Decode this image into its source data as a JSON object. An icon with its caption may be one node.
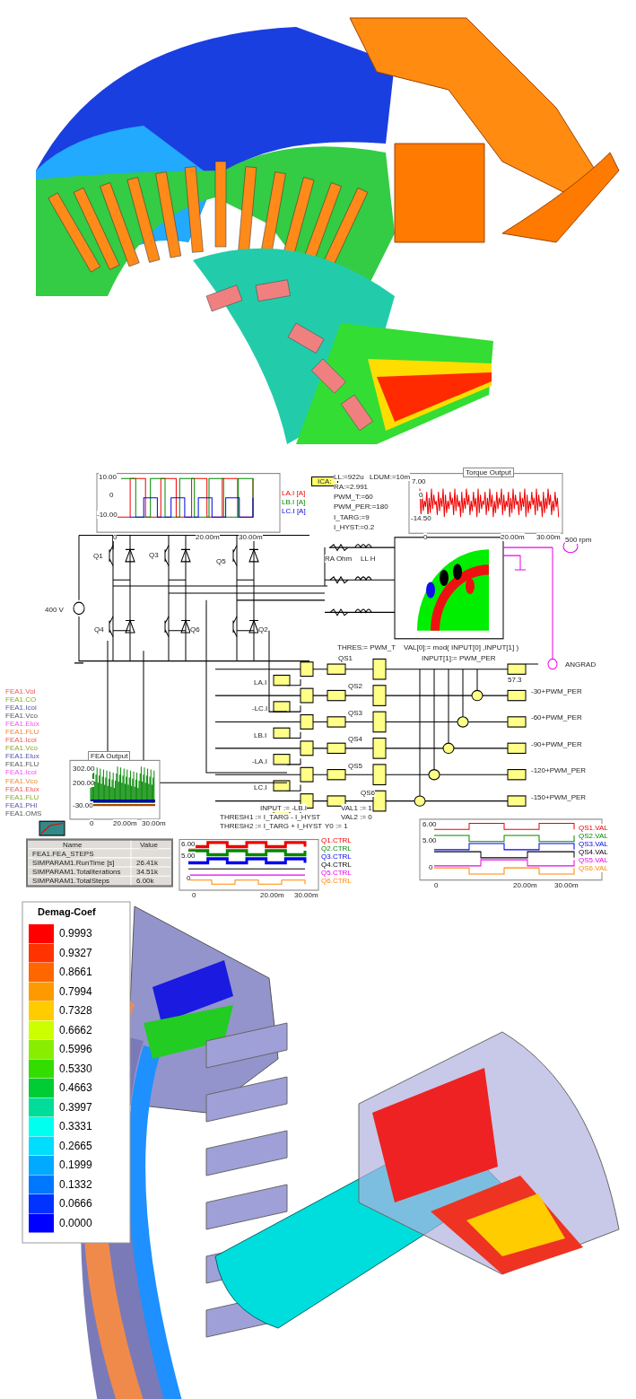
{
  "diagram": {
    "labels": [
      "10.00",
      "0",
      "-10.00",
      "0",
      "20.00m",
      "30.00m",
      "LA.I [A]",
      "LB.I [A]",
      "LC.I [A]",
      "ICA:",
      "LL:=922u",
      "LDUM:=10m",
      "RA:=2.991",
      "PWM_T:=60",
      "PWM_PER:=180",
      "I_TARG:=9",
      "I_HYST:=0.2",
      "Torque Output",
      "7.00",
      "0",
      "-14.50",
      "0",
      "20.00m",
      "30.00m",
      "500 rpm",
      "Q1",
      "Q3",
      "Q5",
      "RA Ohm",
      "LL H",
      "400 V",
      "Q4",
      "Q6",
      "Q2",
      "THRES:= PWM_T",
      "VAL[0]:= mod( INPUT[0] ,INPUT[1] )",
      "INPUT[1]:= PWM_PER",
      "ANGRAD",
      "57.3",
      "QS1",
      "QS2",
      "QS3",
      "QS4",
      "QS5",
      "QS6",
      "LA.I",
      "-LC.I",
      "LB.I",
      "-LA.I",
      "LC.I",
      "-30+PWM_PER",
      "-60+PWM_PER",
      "-90+PWM_PER",
      "-120+PWM_PER",
      "-150+PWM_PER",
      "INPUT := -LB.I",
      "VAL1 := 1",
      "THRESH1 := I_TARG - I_HYST",
      "VAL2 := 0",
      "THRESH2 := I_TARG + I_HYST",
      "Y0 := 1",
      "FEA Output",
      "302.00",
      "200.00",
      "-30.00",
      "0",
      "20.00m",
      "30.00m",
      "FEA1.Vol",
      "FEA1.CO",
      "FEA1.Icoi",
      "FEA1.Vco",
      "FEA1.Elux",
      "FEA1.FLU",
      "FEA1.Icoi",
      "FEA1.Vco",
      "FEA1.Elux",
      "FEA1.FLU",
      "FEA1.Icoi",
      "FEA1.Vco",
      "FEA1.Elux",
      "FEA1.FLU",
      "FEA1.PHI",
      "FEA1.OMS",
      "Name",
      "Value",
      "FEA1.FEA_STEPS",
      "SIMPARAM1.RunTime [s]",
      "26.41k",
      "SIMPARAM1.TotalIterations",
      "34.51k",
      "SIMPARAM1.TotalSteps",
      "6.00k",
      "6.00",
      "5.00",
      "0",
      "0",
      "20.00m",
      "30.00m",
      "Q1.CTRL",
      "Q2.CTRL",
      "Q3.CTRL",
      "Q4.CTRL",
      "Q5.CTRL",
      "Q6.CTRL",
      "6.00",
      "5.00",
      "0",
      "0",
      "20.00m",
      "30.00m",
      "QS1.VAL",
      "QS2.VAL",
      "QS3.VAL",
      "QS4.VAL",
      "QS5.VAL",
      "QS6.VAL",
      "Demag-Coef"
    ],
    "legend": [
      {
        "text": "0.9993",
        "color": "#ff0000"
      },
      {
        "text": "0.9327",
        "color": "#ff3300"
      },
      {
        "text": "0.8661",
        "color": "#ff6600"
      },
      {
        "text": "0.7994",
        "color": "#ff9900"
      },
      {
        "text": "0.7328",
        "color": "#ffcc00"
      },
      {
        "text": "0.6662",
        "color": "#ccff00"
      },
      {
        "text": "0.5996",
        "color": "#88ee00"
      },
      {
        "text": "0.5330",
        "color": "#33dd00"
      },
      {
        "text": "0.4663",
        "color": "#00cc33"
      },
      {
        "text": "0.3997",
        "color": "#00dd99"
      },
      {
        "text": "0.3331",
        "color": "#00ffee"
      },
      {
        "text": "0.2665",
        "color": "#00ddff"
      },
      {
        "text": "0.1999",
        "color": "#00aaff"
      },
      {
        "text": "0.1332",
        "color": "#0077ff"
      },
      {
        "text": "0.0666",
        "color": "#0033ff"
      },
      {
        "text": "0.0000",
        "color": "#0000ff"
      }
    ]
  }
}
